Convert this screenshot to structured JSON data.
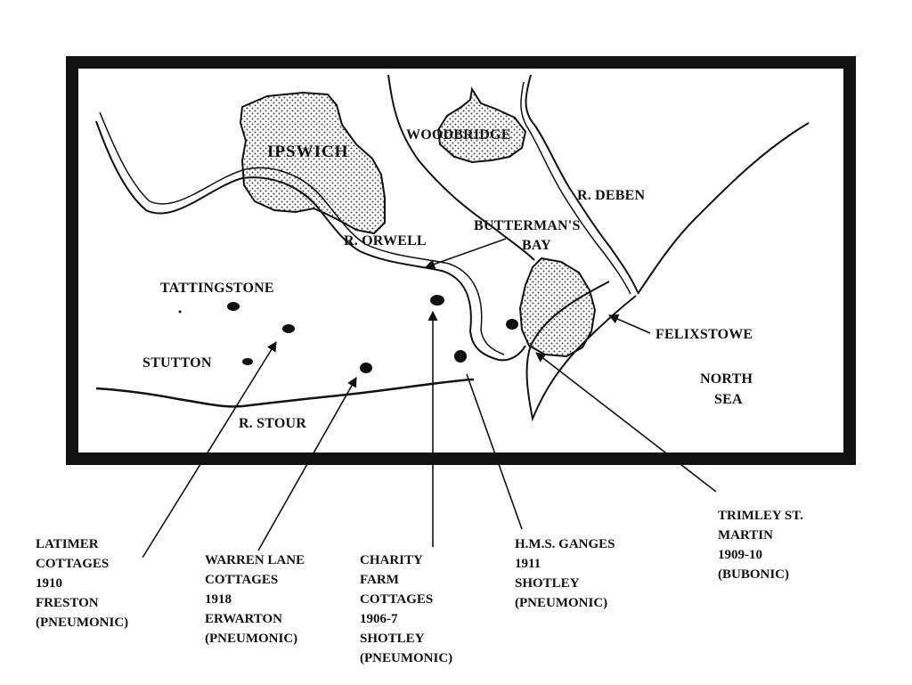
{
  "map": {
    "towns": {
      "ipswich": "IPSWICH",
      "woodbridge": "WOODBRIDGE",
      "felixstowe": "FELIXSTOWE"
    },
    "rivers": {
      "deben": "R. DEBEN",
      "orwell": "R. ORWELL",
      "stour": "R. STOUR"
    },
    "places": {
      "buttermans_bay_line1": "BUTTERMAN'S",
      "buttermans_bay_line2": "BAY",
      "tattingstone": "TATTINGSTONE",
      "stutton": "STUTTON",
      "north_sea_line1": "NORTH",
      "north_sea_line2": "SEA"
    }
  },
  "callouts": {
    "latimer": [
      "LATIMER",
      "COTTAGES",
      "1910",
      "FRESTON",
      "(PNEUMONIC)"
    ],
    "warren": [
      "WARREN LANE",
      "COTTAGES",
      "1918",
      "ERWARTON",
      "(PNEUMONIC)"
    ],
    "charity": [
      "CHARITY",
      "FARM",
      "COTTAGES",
      "1906-7",
      "SHOTLEY",
      "(PNEUMONIC)"
    ],
    "ganges": [
      "H.M.S. GANGES",
      "1911",
      "SHOTLEY",
      "(PNEUMONIC)"
    ],
    "trimley": [
      "TRIMLEY ST.",
      "MARTIN",
      "1909-10",
      "(BUBONIC)"
    ]
  },
  "colors": {
    "ink": "#111111",
    "paper": "#ffffff",
    "stipple": "#555555"
  }
}
